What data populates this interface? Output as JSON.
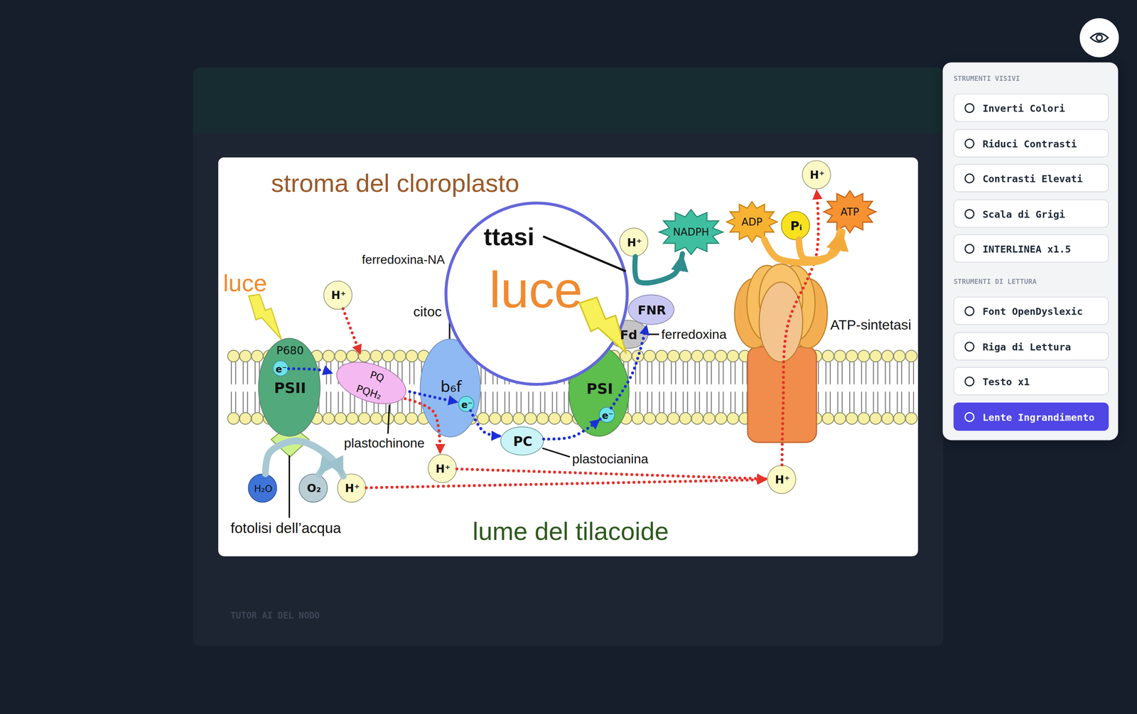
{
  "diagram": {
    "nodes": [
      {
        "text": [
          "P680",
          "PSII"
        ]
      },
      {
        "text": [
          "e⁻"
        ],
        "in": 0
      },
      {
        "text": [
          "PQ",
          "PQH₂"
        ]
      },
      {
        "text": [
          "b₆f"
        ]
      },
      {
        "text": [
          "e⁻"
        ],
        "in": 3
      },
      {
        "text": [
          "PC"
        ]
      },
      {
        "text": [
          "PSI"
        ]
      },
      {
        "text": [
          "e⁻"
        ],
        "in": 6
      },
      {
        "text": [
          "Fd"
        ]
      },
      {
        "text": [
          "FNR"
        ]
      },
      {
        "text": [
          "NADPH"
        ]
      },
      {
        "text": [
          "H⁺"
        ]
      },
      {
        "text": [
          "H⁺"
        ]
      },
      {
        "text": [
          "H⁺"
        ]
      },
      {
        "text": [
          "H₂O"
        ]
      },
      {
        "text": [
          "O₂"
        ]
      },
      {
        "text": [
          "H⁺"
        ]
      },
      {
        "text": [
          "H⁺"
        ]
      },
      {
        "text": [
          "H⁺"
        ]
      },
      {
        "text": [
          "ADP"
        ]
      },
      {
        "text": [
          "Pᵢ"
        ]
      },
      {
        "text": [
          "ATP"
        ]
      },
      {
        "text": [
          "ttasi",
          "luce"
        ]
      },
      {
        "text": [
          "STRUMENTI VISIVI",
          "STRUMENTI DI LETTURA"
        ]
      },
      {
        "text": [
          "Inverti Colori"
        ],
        "in": 23
      },
      {
        "text": [
          "Riduci Contrasti"
        ],
        "in": 23
      },
      {
        "text": [
          "Contrasti Elevati"
        ],
        "in": 23
      },
      {
        "text": [
          "Scala di Grigi"
        ],
        "in": 23
      },
      {
        "text": [
          "INTERLINEA x1.5"
        ],
        "in": 23
      },
      {
        "text": [
          "Font OpenDyslexic"
        ],
        "in": 23
      },
      {
        "text": [
          "Riga di Lettura"
        ],
        "in": 23
      },
      {
        "text": [
          "Testo x1"
        ],
        "in": 23
      },
      {
        "text": [
          "Lente Ingrandimento"
        ],
        "in": 23
      }
    ],
    "edges": [
      {
        "from": 1,
        "to": 2,
        "arrow": "to"
      },
      {
        "from": 2,
        "to": 4,
        "arrow": "to"
      },
      {
        "from": 4,
        "to": 5,
        "arrow": "to"
      },
      {
        "from": 5,
        "to": 7,
        "arrow": "to"
      },
      {
        "from": 7,
        "to": 9,
        "arrow": "to"
      },
      {
        "from": 11,
        "to": 10,
        "arrow": "to"
      },
      {
        "from": 12,
        "to": 2,
        "arrow": "to"
      },
      {
        "from": 2,
        "to": 13,
        "arrow": "to"
      },
      {
        "from": 13,
        "to": 17,
        "arrow": "to"
      },
      {
        "from": 16,
        "to": 17,
        "arrow": "to"
      },
      {
        "from": 17,
        "to": 18,
        "arrow": "to"
      },
      {
        "from": 19,
        "to": 21,
        "arrow": "to"
      },
      {
        "from": 20,
        "to": 21,
        "arrow": "to"
      },
      {
        "from": 14,
        "to": 15,
        "arrow": "to"
      },
      {
        "from": 14,
        "to": 16,
        "arrow": "to"
      }
    ],
    "labels": [
      "stroma del cloroplasto",
      "luce",
      "ferredoxina-NA",
      "citoc",
      "plastochinone",
      "plastocianina",
      "ferredoxina",
      "ATP-sintetasi",
      "fotolisi dell’acqua",
      "lume del tilacoide",
      "TUTOR AI DEL NODO"
    ]
  }
}
